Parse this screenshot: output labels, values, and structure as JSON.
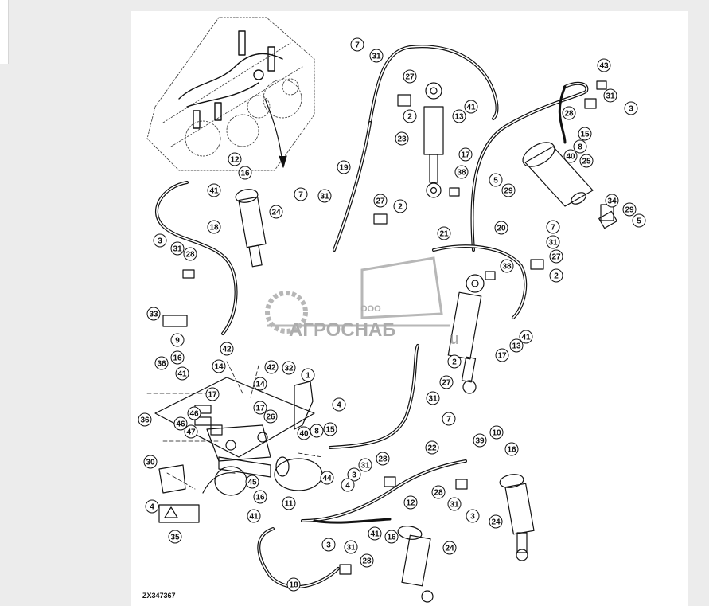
{
  "diagram": {
    "code": "ZX347367",
    "watermark": {
      "small": "ООО",
      "brand": "АГРОСНАБ",
      "suffix": "u"
    },
    "callouts": [
      {
        "id": "c1",
        "label": "7"
      },
      {
        "id": "c2",
        "label": "31"
      },
      {
        "id": "c3",
        "label": "27"
      },
      {
        "id": "c4",
        "label": "2"
      },
      {
        "id": "c5",
        "label": "41"
      },
      {
        "id": "c6",
        "label": "13"
      },
      {
        "id": "c7",
        "label": "23"
      },
      {
        "id": "c8",
        "label": "17"
      },
      {
        "id": "c9",
        "label": "43"
      },
      {
        "id": "c10",
        "label": "31"
      },
      {
        "id": "c11",
        "label": "3"
      },
      {
        "id": "c12",
        "label": "28"
      },
      {
        "id": "c13",
        "label": "15"
      },
      {
        "id": "c14",
        "label": "8"
      },
      {
        "id": "c15",
        "label": "40"
      },
      {
        "id": "c16",
        "label": "25"
      },
      {
        "id": "c17",
        "label": "5"
      },
      {
        "id": "c18",
        "label": "29"
      },
      {
        "id": "c19",
        "label": "38"
      },
      {
        "id": "c20",
        "label": "19"
      },
      {
        "id": "c21",
        "label": "12"
      },
      {
        "id": "c22",
        "label": "16"
      },
      {
        "id": "c23",
        "label": "41"
      },
      {
        "id": "c24",
        "label": "24"
      },
      {
        "id": "c25",
        "label": "7"
      },
      {
        "id": "c26",
        "label": "31"
      },
      {
        "id": "c27",
        "label": "27"
      },
      {
        "id": "c28",
        "label": "2"
      },
      {
        "id": "c29",
        "label": "34"
      },
      {
        "id": "c30",
        "label": "29"
      },
      {
        "id": "c31",
        "label": "5"
      },
      {
        "id": "c32",
        "label": "21"
      },
      {
        "id": "c33",
        "label": "20"
      },
      {
        "id": "c34",
        "label": "7"
      },
      {
        "id": "c35",
        "label": "31"
      },
      {
        "id": "c36",
        "label": "27"
      },
      {
        "id": "c37",
        "label": "2"
      },
      {
        "id": "c38",
        "label": "18"
      },
      {
        "id": "c39",
        "label": "3"
      },
      {
        "id": "c40",
        "label": "31"
      },
      {
        "id": "c41",
        "label": "28"
      },
      {
        "id": "c42",
        "label": "38"
      },
      {
        "id": "c43",
        "label": "33"
      },
      {
        "id": "c44",
        "label": "9"
      },
      {
        "id": "c45",
        "label": "42"
      },
      {
        "id": "c46",
        "label": "16"
      },
      {
        "id": "c47",
        "label": "41"
      },
      {
        "id": "c48",
        "label": "14"
      },
      {
        "id": "c49",
        "label": "42"
      },
      {
        "id": "c50",
        "label": "32"
      },
      {
        "id": "c51",
        "label": "1"
      },
      {
        "id": "c52",
        "label": "36"
      },
      {
        "id": "c53",
        "label": "14"
      },
      {
        "id": "c54",
        "label": "4"
      },
      {
        "id": "c55",
        "label": "17"
      },
      {
        "id": "c56",
        "label": "17"
      },
      {
        "id": "c57",
        "label": "46"
      },
      {
        "id": "c58",
        "label": "26"
      },
      {
        "id": "c59",
        "label": "36"
      },
      {
        "id": "c60",
        "label": "46"
      },
      {
        "id": "c61",
        "label": "47"
      },
      {
        "id": "c62",
        "label": "40"
      },
      {
        "id": "c63",
        "label": "8"
      },
      {
        "id": "c64",
        "label": "15"
      },
      {
        "id": "c65",
        "label": "41"
      },
      {
        "id": "c66",
        "label": "13"
      },
      {
        "id": "c67",
        "label": "17"
      },
      {
        "id": "c68",
        "label": "2"
      },
      {
        "id": "c69",
        "label": "27"
      },
      {
        "id": "c70",
        "label": "31"
      },
      {
        "id": "c71",
        "label": "7"
      },
      {
        "id": "c72",
        "label": "22"
      },
      {
        "id": "c73",
        "label": "39"
      },
      {
        "id": "c74",
        "label": "10"
      },
      {
        "id": "c75",
        "label": "16"
      },
      {
        "id": "c76",
        "label": "30"
      },
      {
        "id": "c77",
        "label": "3"
      },
      {
        "id": "c78",
        "label": "31"
      },
      {
        "id": "c79",
        "label": "28"
      },
      {
        "id": "c80",
        "label": "45"
      },
      {
        "id": "c81",
        "label": "44"
      },
      {
        "id": "c82",
        "label": "4"
      },
      {
        "id": "c83",
        "label": "28"
      },
      {
        "id": "c84",
        "label": "31"
      },
      {
        "id": "c85",
        "label": "3"
      },
      {
        "id": "c86",
        "label": "16"
      },
      {
        "id": "c87",
        "label": "11"
      },
      {
        "id": "c88",
        "label": "12"
      },
      {
        "id": "c89",
        "label": "4"
      },
      {
        "id": "c90",
        "label": "41"
      },
      {
        "id": "c91",
        "label": "41"
      },
      {
        "id": "c92",
        "label": "16"
      },
      {
        "id": "c93",
        "label": "24"
      },
      {
        "id": "c94",
        "label": "35"
      },
      {
        "id": "c95",
        "label": "3"
      },
      {
        "id": "c96",
        "label": "31"
      },
      {
        "id": "c97",
        "label": "28"
      },
      {
        "id": "c98",
        "label": "24"
      },
      {
        "id": "c99",
        "label": "18"
      }
    ]
  }
}
